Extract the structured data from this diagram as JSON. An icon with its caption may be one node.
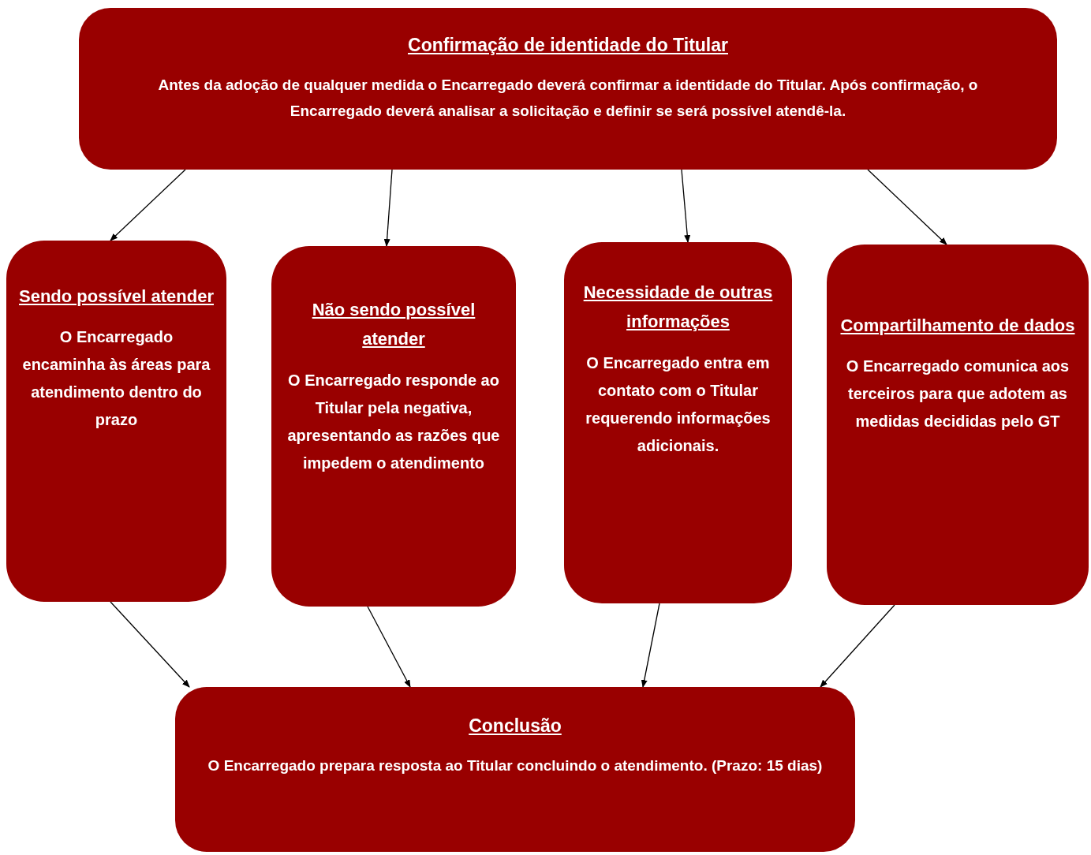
{
  "diagram": {
    "nodes": [
      {
        "text": [
          "Confirmação de identidade do Titular",
          "Antes da adoção de qualquer medida o Encarregado deverá confirmar a identidade do Titular. Após confirmação, o Encarregado deverá analisar a solicitação e definir se será possível atendê-la."
        ]
      },
      {
        "text": [
          "Sendo possível atender",
          "O Encarregado encaminha às áreas para atendimento dentro do prazo"
        ]
      },
      {
        "text": [
          "Não sendo possível atender",
          "O Encarregado responde ao Titular pela negativa, apresentando as razões que impedem o atendimento"
        ]
      },
      {
        "text": [
          "Necessidade de outras informações",
          "O Encarregado entra em contato com o Titular requerendo informações adicionais."
        ]
      },
      {
        "text": [
          "Compartilhamento de dados",
          "O Encarregado comunica aos terceiros para que adotem as medidas decididas pelo GT"
        ]
      },
      {
        "text": [
          "Conclusão",
          "O Encarregado prepara resposta ao Titular concluindo o atendimento. (Prazo: 15 dias)"
        ]
      }
    ],
    "edges": [
      {
        "from": 0,
        "to": 1,
        "arrow": "to"
      },
      {
        "from": 0,
        "to": 2,
        "arrow": "to"
      },
      {
        "from": 0,
        "to": 3,
        "arrow": "to"
      },
      {
        "from": 0,
        "to": 4,
        "arrow": "to"
      },
      {
        "from": 1,
        "to": 5,
        "arrow": "to"
      },
      {
        "from": 2,
        "to": 5,
        "arrow": "to"
      },
      {
        "from": 3,
        "to": 5,
        "arrow": "to"
      },
      {
        "from": 4,
        "to": 5,
        "arrow": "to"
      }
    ]
  }
}
